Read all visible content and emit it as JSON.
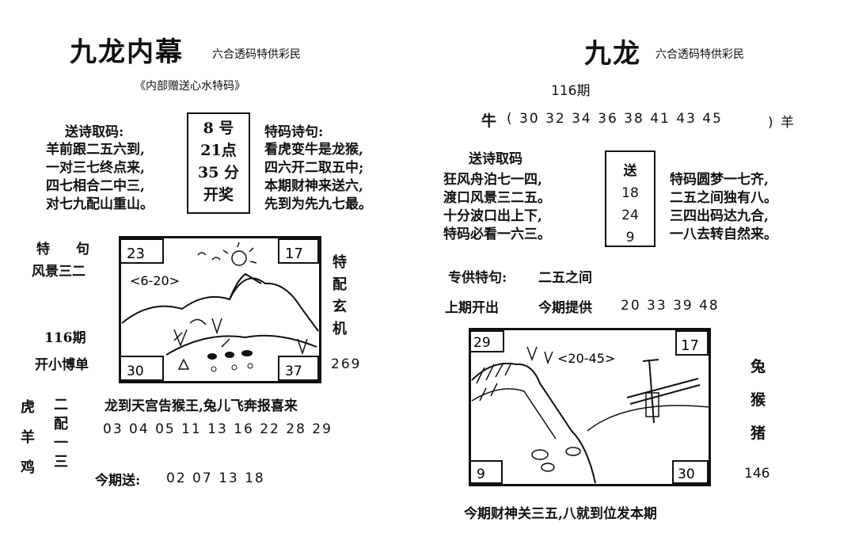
{
  "left": {
    "title": "九龙内幕",
    "subtitle": "六合透码特供彩民",
    "tagline": "《内部赠送心水特码》",
    "poem_heading": "送诗取码:",
    "poem_lines": [
      "羊前跟二五六到,",
      "一对三七终点来,",
      "四七相合二中三,",
      "对七九配山重山。"
    ],
    "box_lines": [
      "8 号",
      "21点",
      "35 分",
      "开奖"
    ],
    "poem2_heading": "特码诗句:",
    "poem2_lines": [
      "看虎变牛是龙猴,",
      "四六开二取五中;",
      "本期财神来送六,",
      "先到为先九七最。"
    ],
    "tejv_1": "特",
    "tejv_2": "句",
    "scenery": "风景三二",
    "issue": "116期",
    "kai": "开小博单",
    "side_vertical": "特配玄机",
    "side_number": "269",
    "pic_tl": "23",
    "pic_tr": "17",
    "pic_bl": "30",
    "pic_br": "37",
    "pic_note": "<6-20>",
    "slogan": "龙到天宫告猴王,兔儿飞奔报喜来",
    "zodiac_col1": "虎羊鸡",
    "zodiac_col2": "二配一三",
    "numbers": "03 04 05 11 13 16 22 28 29",
    "jinqi_label": "今期送:",
    "jinqi_numbers": "02 07 13 18"
  },
  "right": {
    "title": "九龙",
    "subtitle": "六合透码特供彩民",
    "issue": "116期",
    "niu_label": "牛",
    "niu_numbers": "( 30 32 34 36 38 41 43 45",
    "niu_end": ") 羊",
    "poem_heading": "送诗取码",
    "poem_lines": [
      "狂风舟泊七一四,",
      "渡口风景三二五。",
      "十分波口出上下,",
      "特码必看一六三。"
    ],
    "box_lines": [
      "送",
      "18",
      "24",
      "9"
    ],
    "poem2_lines": [
      "特码圆梦一七齐,",
      "二五之间独有八。",
      "三四出码达九合,",
      "一八去转自然来。"
    ],
    "special_label": "专供特句:",
    "special_value": "二五之间",
    "last_label": "上期开出",
    "provide_label": "今期提供",
    "provide_numbers": "20 33 39 48",
    "pic_tl": "29",
    "pic_tr": "17",
    "pic_bl": "9",
    "pic_br": "30",
    "pic_note": "<20-45>",
    "side_zodiac": [
      "兔",
      "猴",
      "猪"
    ],
    "side_number": "146",
    "footer": "今期财神关三五,八就到位发本期"
  }
}
